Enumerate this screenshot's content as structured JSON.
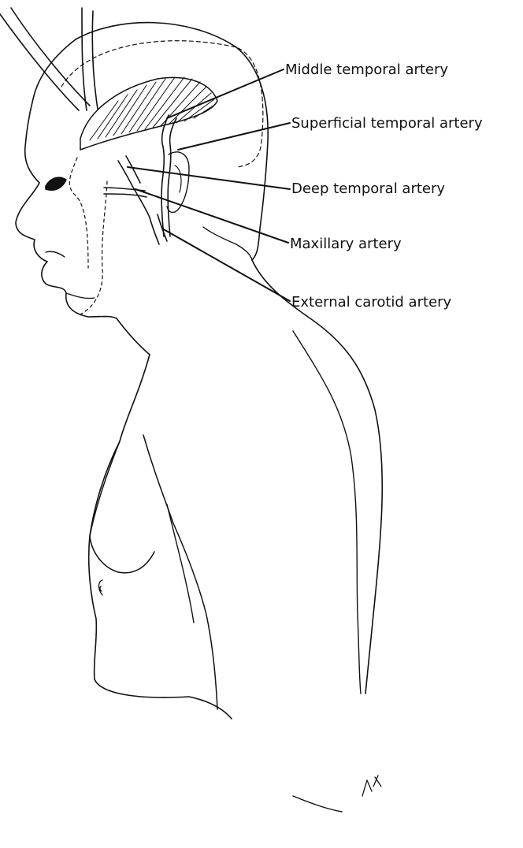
{
  "figure": {
    "labels": {
      "middle_temporal": "Middle temporal artery",
      "superficial_temporal": "Superficial temporal artery",
      "deep_temporal": "Deep temporal artery",
      "maxillary": "Maxillary artery",
      "external_carotid": "External carotid artery"
    }
  },
  "colors": {
    "ink": "#111111",
    "background": "#ffffff"
  }
}
